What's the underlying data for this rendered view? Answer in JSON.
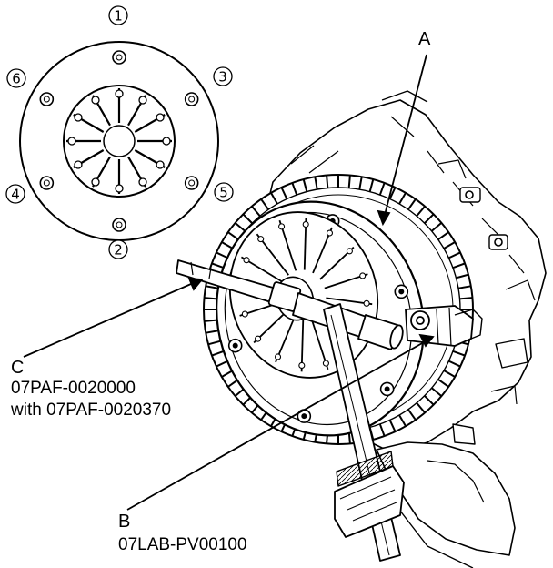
{
  "sequence": {
    "n1": "1",
    "n2": "2",
    "n3": "3",
    "n4": "4",
    "n5": "5",
    "n6": "6"
  },
  "callouts": {
    "a": {
      "letter": "A"
    },
    "b": {
      "letter": "B",
      "part": "07LAB-PV00100"
    },
    "c": {
      "letter": "C",
      "part": "07PAF-0020000",
      "with": "with 07PAF-0020370"
    }
  }
}
